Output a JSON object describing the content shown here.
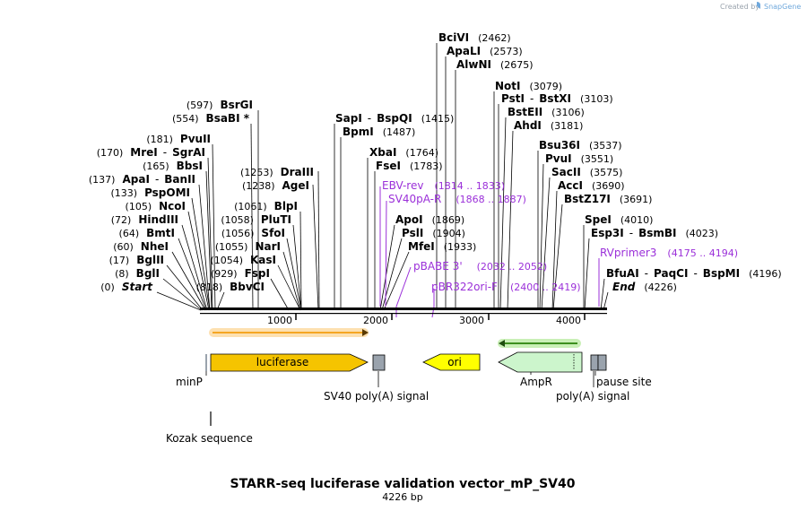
{
  "header": {
    "credit": "Created by",
    "brand": "SnapGene"
  },
  "map": {
    "title": "STARR-seq luciferase validation vector_mP_SV40",
    "length_label": "4226 bp",
    "length": 4226,
    "ticks": [
      "1000",
      "2000",
      "3000",
      "4000"
    ]
  },
  "sites": [
    {
      "name": "BciVI",
      "pos": "(2462)"
    },
    {
      "name": "ApaLI",
      "pos": "(2573)"
    },
    {
      "name": "AlwNI",
      "pos": "(2675)"
    },
    {
      "name": "NotI",
      "pos": "(3079)"
    },
    {
      "name": "PstI",
      "name2": "BstXI",
      "pos": "(3103)"
    },
    {
      "name": "BstEII",
      "pos": "(3106)"
    },
    {
      "name": "AhdI",
      "pos": "(3181)"
    },
    {
      "name": "Bsu36I",
      "pos": "(3537)"
    },
    {
      "name": "PvuI",
      "pos": "(3551)"
    },
    {
      "name": "SacII",
      "pos": "(3575)"
    },
    {
      "name": "AccI",
      "pos": "(3690)"
    },
    {
      "name": "BstZ17I",
      "pos": "(3691)"
    },
    {
      "name": "SpeI",
      "pos": "(4010)"
    },
    {
      "name": "Esp3I",
      "name2": "BsmBI",
      "pos": "(4023)"
    },
    {
      "name": "BfuAI",
      "name2": "PaqCI",
      "name3": "BspMI",
      "pos": "(4196)"
    },
    {
      "name": "End",
      "pos": "(4226)"
    },
    {
      "name": "SapI",
      "name2": "BspQI",
      "pos": "(1415)"
    },
    {
      "name": "BpmI",
      "pos": "(1487)"
    },
    {
      "name": "XbaI",
      "pos": "(1764)"
    },
    {
      "name": "FseI",
      "pos": "(1783)"
    },
    {
      "name": "ApoI",
      "pos": "(1869)"
    },
    {
      "name": "PslI",
      "pos": "(1904)"
    },
    {
      "name": "MfeI",
      "pos": "(1933)"
    },
    {
      "name": "BsrGI",
      "pos": "(597)"
    },
    {
      "name": "BsaBI *",
      "pos": "(554)"
    },
    {
      "name": "PvuII",
      "pos": "(181)"
    },
    {
      "name": "MreI",
      "name2": "SgrAI",
      "pos": "(170)"
    },
    {
      "name": "BbsI",
      "pos": "(165)"
    },
    {
      "name": "ApaI",
      "name2": "BanII",
      "pos": "(137)"
    },
    {
      "name": "PspOMI",
      "pos": "(133)"
    },
    {
      "name": "NcoI",
      "pos": "(105)"
    },
    {
      "name": "HindIII",
      "pos": "(72)"
    },
    {
      "name": "BmtI",
      "pos": "(64)"
    },
    {
      "name": "NheI",
      "pos": "(60)"
    },
    {
      "name": "BglII",
      "pos": "(17)"
    },
    {
      "name": "BglI",
      "pos": "(8)"
    },
    {
      "name": "Start",
      "pos": "(0)"
    },
    {
      "name": "DraIII",
      "pos": "(1253)"
    },
    {
      "name": "AgeI",
      "pos": "(1238)"
    },
    {
      "name": "BlpI",
      "pos": "(1061)"
    },
    {
      "name": "PluTI",
      "pos": "(1058)"
    },
    {
      "name": "SfoI",
      "pos": "(1056)"
    },
    {
      "name": "NarI",
      "pos": "(1055)"
    },
    {
      "name": "KasI",
      "pos": "(1054)"
    },
    {
      "name": "FspI",
      "pos": "(929)"
    },
    {
      "name": "BbvCI",
      "pos": "(818)"
    }
  ],
  "primers": [
    {
      "name": "EBV-rev",
      "range": "(1814 .. 1833)"
    },
    {
      "name": "SV40pA-R",
      "range": "(1868 .. 1887)"
    },
    {
      "name": "pBABE 3'",
      "range": "(2032 .. 2052)"
    },
    {
      "name": "pBR322ori-F",
      "range": "(2400 .. 2419)"
    },
    {
      "name": "RVprimer3",
      "range": "(4175 .. 4194)"
    }
  ],
  "features": {
    "luciferase": "luciferase",
    "ori": "ori",
    "minP": "minP",
    "sv40": "SV40 poly(A) signal",
    "ampR": "AmpR",
    "polyA": "poly(A) signal",
    "pause": "pause site",
    "kozak": "Kozak sequence"
  },
  "colors": {
    "luciferase": "#f5c400",
    "ori": "#ffff00",
    "ampR": "#ccf5cc",
    "gray_box": "#9aa3ad",
    "primer": "#9b30d9",
    "orange_orf": "#f5a623",
    "green_orf": "#3d8f1e"
  }
}
